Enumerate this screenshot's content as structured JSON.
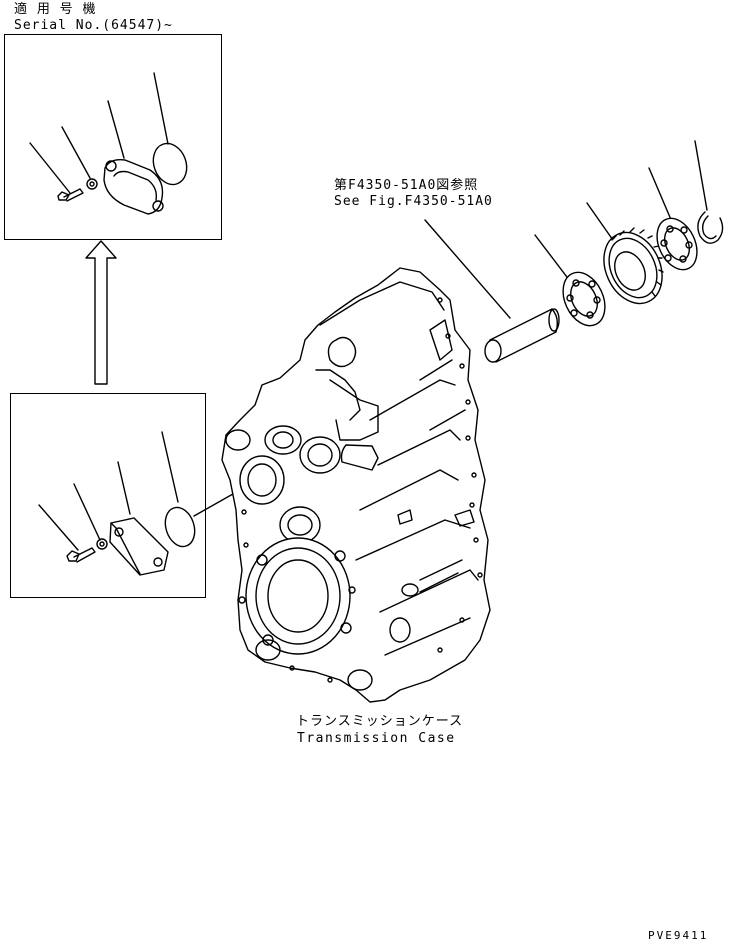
{
  "serial_note": {
    "applicable_label": "適 用 号 機",
    "serial_text": "Serial No.(64547)~"
  },
  "reference_note": {
    "jp": "第F4350-51A0図参照",
    "en": "See Fig.F4350-51A0"
  },
  "part_label": {
    "jp": "トランスミッションケース",
    "en": "Transmission Case"
  },
  "drawing_code": "PVE9411"
}
